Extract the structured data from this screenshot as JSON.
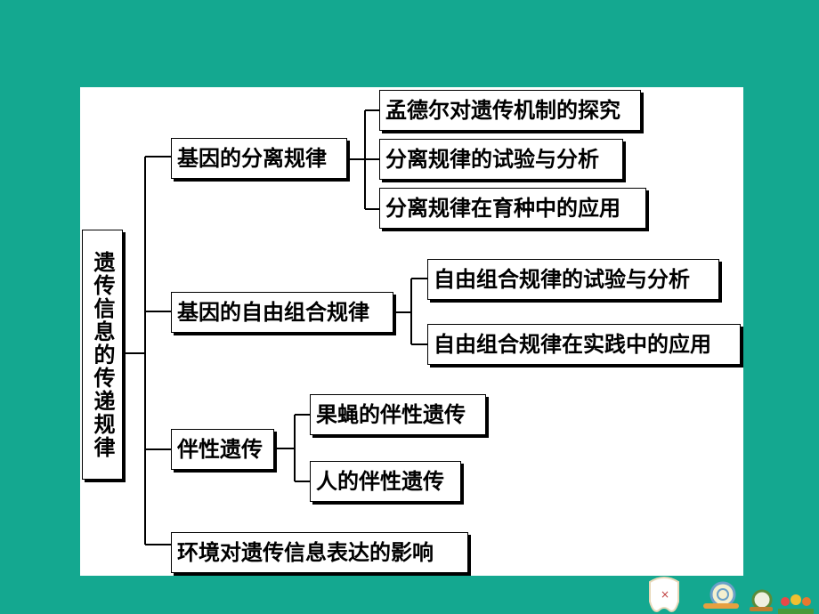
{
  "root": {
    "label": "遗传信息的传递规律"
  },
  "branches": [
    {
      "label": "基因的分离规律",
      "children": [
        "孟德尔对遗传机制的探究",
        "分离规律的试验与分析",
        "分离规律在育种中的应用"
      ]
    },
    {
      "label": "基因的自由组合规律",
      "children": [
        "自由组合规律的试验与分析",
        "自由组合规律在实践中的应用"
      ]
    },
    {
      "label": "伴性遗传",
      "children": [
        "果蝇的伴性遗传",
        "人的伴性遗传"
      ]
    },
    {
      "label": "环境对遗传信息表达的影响",
      "children": []
    }
  ],
  "colors": {
    "background": "#14a890",
    "panel": "#ffffff",
    "line": "#000000"
  },
  "decorations": [
    "tooth-icon",
    "snail-icon",
    "snail-icon",
    "flower-icon"
  ]
}
